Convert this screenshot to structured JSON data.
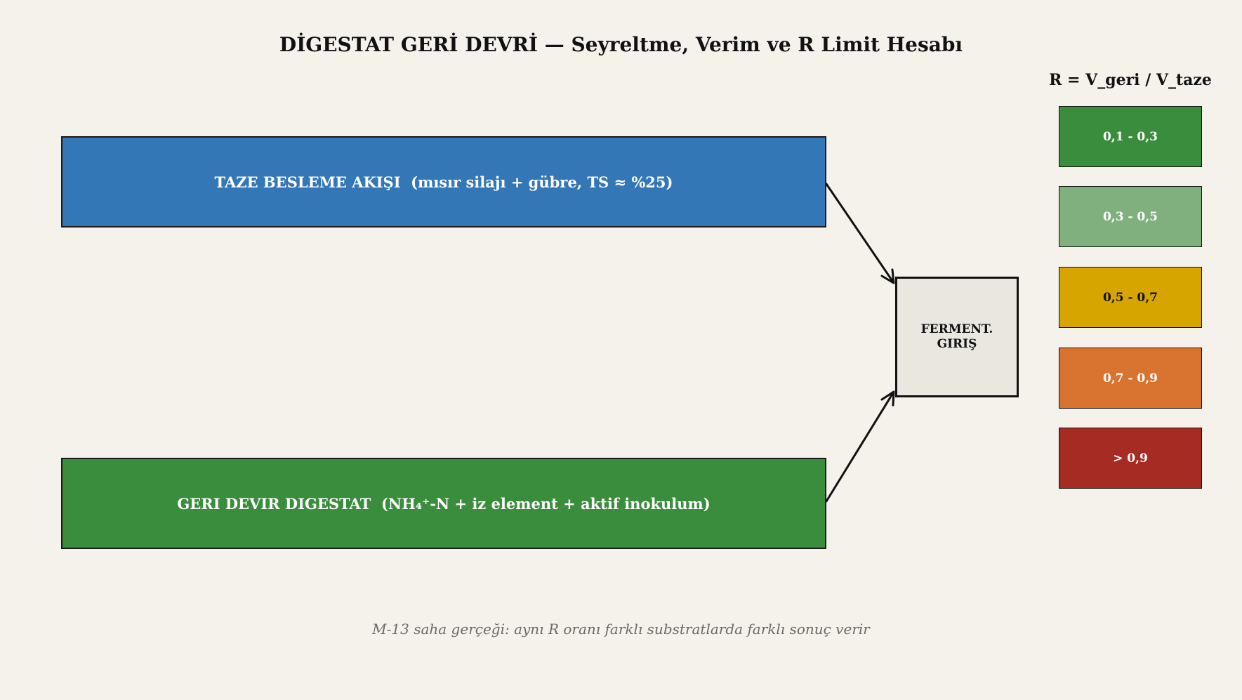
{
  "title": "DİGESTAT GERİ DEVRİ — Seyreltme, Verim ve R Limit Hesabı",
  "flow": {
    "fresh_feed": {
      "label": "TAZE BESLEME AKIŞI  (mısır silajı + gübre, TS ≈ %25)",
      "color": "#3477b6"
    },
    "recycle": {
      "label": "GERI DEVIR DIGESTAT  (NH₄⁺-N + iz element + aktif inokulum)",
      "color": "#3a8d3c"
    },
    "ferment_inlet": {
      "line1": "FERMENT.",
      "line2": "GIRIŞ",
      "color": "#e9e7e0"
    },
    "arrows": [
      {
        "from": "fresh_feed",
        "to": "ferment_inlet",
        "icon": "arrow-icon"
      },
      {
        "from": "recycle",
        "to": "ferment_inlet",
        "icon": "arrow-icon"
      }
    ]
  },
  "legend": {
    "formula": "R = V_geri / V_taze",
    "ranges": [
      {
        "label": "0,1 - 0,3",
        "color": "#3a8d3c",
        "text_color": "#ffffff"
      },
      {
        "label": "0,3 - 0,5",
        "color": "#7fb07e",
        "text_color": "#ffffff"
      },
      {
        "label": "0,5 - 0,7",
        "color": "#d6a500",
        "text_color": "#111111"
      },
      {
        "label": "0,7 - 0,9",
        "color": "#d97430",
        "text_color": "#ffffff"
      },
      {
        "label": "> 0,9",
        "color": "#a62b22",
        "text_color": "#ffffff"
      }
    ]
  },
  "footer": "M-13 saha gerçeği: aynı R oranı farklı substratlarda farklı sonuç verir"
}
